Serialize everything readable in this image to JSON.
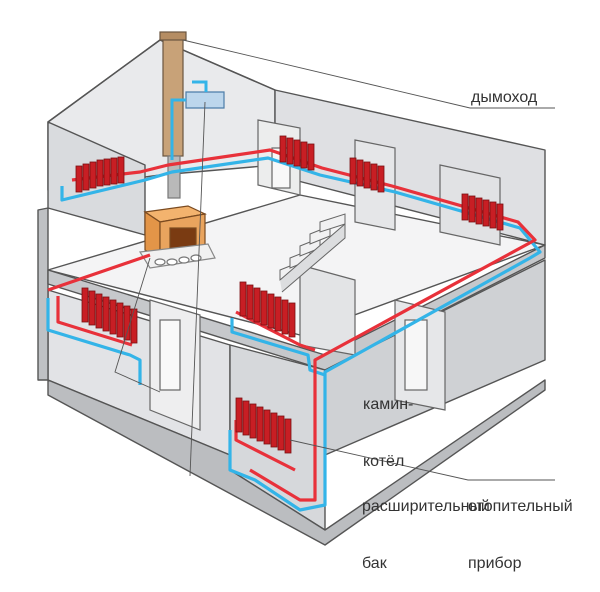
{
  "labels": {
    "chimney": "дымоход",
    "boiler": [
      "камин-",
      "котёл"
    ],
    "expansion_tank": [
      "расширительный",
      "бак"
    ],
    "heating_device": [
      "отопительный",
      "прибор"
    ]
  },
  "colors": {
    "supply_pipe": "#e8313a",
    "return_pipe": "#33b4e8",
    "radiator": "#c81e24",
    "wall": "#e4e5e7",
    "wall_shade": "#c9cbce",
    "chimney": "#c8a278",
    "fireplace": "#e9a45e",
    "tank": "#bcd6ec"
  },
  "icons": [
    "house-cutaway",
    "chimney-pipe",
    "fireplace-boiler",
    "expansion-tank",
    "radiator",
    "staircase"
  ]
}
